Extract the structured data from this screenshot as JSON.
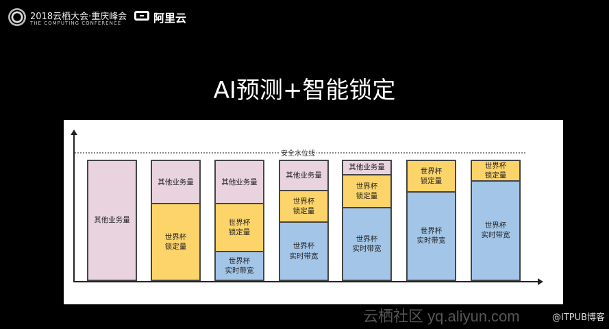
{
  "header": {
    "conference_title": "2018云栖大会·重庆峰会",
    "conference_subtitle": "THE COMPUTING CONFERENCE",
    "brand": "阿里云"
  },
  "slide": {
    "title": "AI预测+智能锁定"
  },
  "diagram": {
    "safety_line_label": "安全水位线",
    "colors": {
      "other": "#e9d3df",
      "locked": "#fcd46a",
      "realtime": "#a3c6e8"
    },
    "bars": [
      {
        "segments": [
          {
            "type": "other",
            "label": "其他业务量",
            "share": 100
          }
        ]
      },
      {
        "segments": [
          {
            "type": "other",
            "label": "其他业务量",
            "share": 37
          },
          {
            "type": "locked",
            "label": "世界杯\n锁定量",
            "share": 63
          }
        ]
      },
      {
        "segments": [
          {
            "type": "other",
            "label": "其他业务量",
            "share": 37
          },
          {
            "type": "locked",
            "label": "世界杯\n锁定量",
            "share": 39
          },
          {
            "type": "realtime",
            "label": "世界杯\n实时带宽",
            "share": 24
          }
        ]
      },
      {
        "segments": [
          {
            "type": "other",
            "label": "其他业务量",
            "share": 26
          },
          {
            "type": "locked",
            "label": "世界杯\n锁定量",
            "share": 26
          },
          {
            "type": "realtime",
            "label": "世界杯\n实时带宽",
            "share": 48
          }
        ]
      },
      {
        "segments": [
          {
            "type": "other",
            "label": "其他业务量",
            "share": 13
          },
          {
            "type": "locked",
            "label": "世界杯\n锁定量",
            "share": 27
          },
          {
            "type": "realtime",
            "label": "世界杯\n实时带宽",
            "share": 60
          }
        ]
      },
      {
        "segments": [
          {
            "type": "locked",
            "label": "世界杯\n锁定量",
            "share": 27
          },
          {
            "type": "realtime",
            "label": "世界杯\n实时带宽",
            "share": 73
          }
        ]
      },
      {
        "segments": [
          {
            "type": "locked",
            "label": "世界杯\n锁定量",
            "share": 18
          },
          {
            "type": "realtime",
            "label": "世界杯\n实时带宽",
            "share": 82
          }
        ]
      }
    ]
  },
  "watermark": {
    "site": "云栖社区 yq.aliyun.com",
    "credit": "@ITPUB博客"
  }
}
